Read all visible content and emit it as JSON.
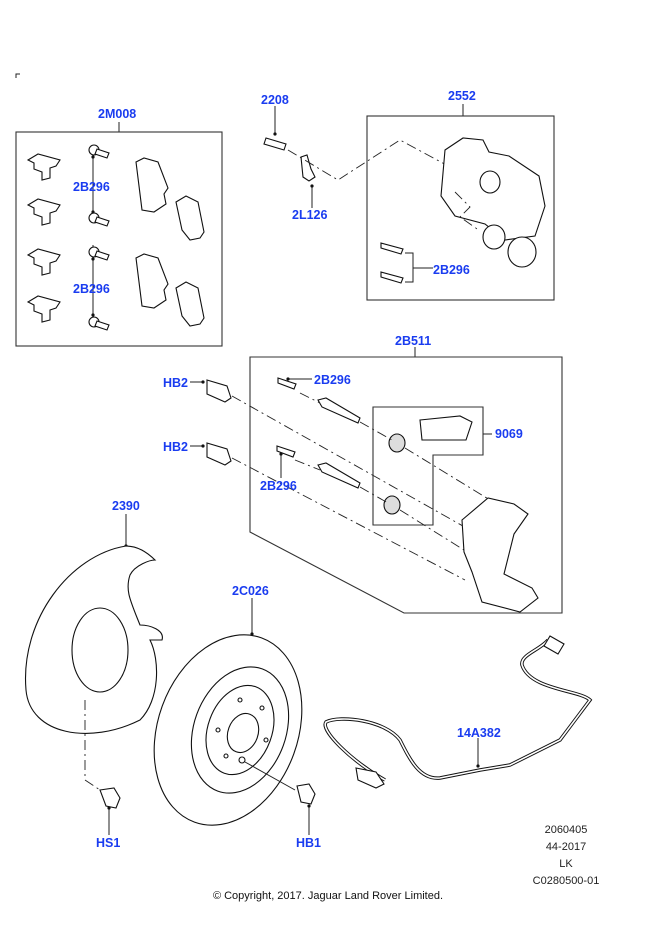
{
  "diagram": {
    "title": "Rear Brake Disc and Caliper Assembly",
    "brand_color": "#1a3cf0",
    "callouts": {
      "brake_pad_kit": "2M008",
      "bolt_pads_upper": "2B296",
      "bolt_pads_lower": "2B296",
      "bleed_screw": "2208",
      "bracket_clip": "2L126",
      "caliper": "2552",
      "bolt_caliper": "2B296",
      "carrier_kit": "2B511",
      "carrier_bolt_upper": "HB2",
      "carrier_bolt_lower": "HB2",
      "guide_bolt_upper": "2B296",
      "guide_bolt_lower": "2B296",
      "grease_kit": "9069",
      "splash_shield": "2390",
      "brake_disc": "2C026",
      "shield_screw": "HS1",
      "disc_screw": "HB1",
      "wear_sensor": "14A382"
    },
    "info_block": {
      "line1": "2060405",
      "line2": "44-2017",
      "line3": "LK",
      "line4": "C0280500-01"
    },
    "copyright": "© Copyright, 2017. Jaguar Land Rover Limited."
  }
}
